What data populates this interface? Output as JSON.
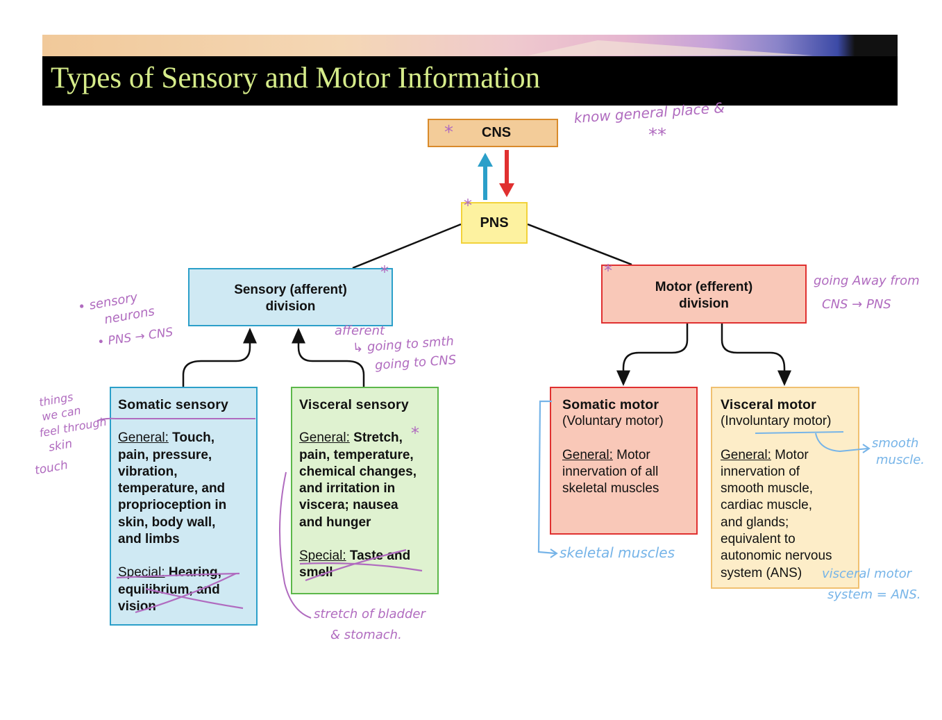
{
  "slide": {
    "title": "Types of Sensory and Motor Information"
  },
  "nodes": {
    "cns": "CNS",
    "pns": "PNS",
    "sensory_division": [
      "Sensory (afferent)",
      "division"
    ],
    "motor_division": [
      "Motor (efferent)",
      "division"
    ]
  },
  "somatic_sensory": {
    "heading": "Somatic sensory",
    "general_label": "General:",
    "general_text": [
      "Touch,",
      "pain, pressure,",
      "vibration,",
      "temperature, and",
      "proprioception in",
      "skin, body wall,",
      "and limbs"
    ],
    "special_label": "Special:",
    "special_text": [
      "Hearing,",
      "equilibrium, and",
      "vision"
    ]
  },
  "visceral_sensory": {
    "heading": "Visceral sensory",
    "general_label": "General:",
    "general_text": [
      "Stretch,",
      "pain, temperature,",
      "chemical changes,",
      "and irritation in",
      "viscera; nausea",
      "and hunger"
    ],
    "special_label": "Special:",
    "special_text": [
      "Taste and",
      "smell"
    ]
  },
  "somatic_motor": {
    "heading": "Somatic motor",
    "subheading": "(Voluntary motor)",
    "general_label": "General:",
    "general_text": [
      "Motor",
      "innervation of all",
      "skeletal muscles"
    ]
  },
  "visceral_motor": {
    "heading": "Visceral motor",
    "subheading": "(Involuntary motor)",
    "general_label": "General:",
    "general_text": [
      "Motor",
      "innervation of",
      "smooth muscle,",
      "cardiac muscle,",
      "and glands;",
      "equivalent to",
      "autonomic nervous",
      "system (ANS)"
    ]
  },
  "handwritten_notes": {
    "cns_star": "*",
    "know_general": "know general place &",
    "double_star": "**",
    "pns_star": "*",
    "sensory_star": "*",
    "motor_star": "*",
    "sensory_neurons": [
      "• sensory",
      "neurons"
    ],
    "pns_to_cns": "• PNS → CNS",
    "afferent": [
      "afferent",
      "↳ going to smth",
      "going to CNS"
    ],
    "going_away": [
      "going Away from",
      "CNS → PNS"
    ],
    "things_feel": [
      "things",
      "we can",
      "feel through",
      "skin",
      "touch"
    ],
    "stretch_star": "*",
    "stretch_bladder": [
      "stretch of bladder",
      "& stomach."
    ],
    "skeletal_muscles": "skeletal muscles",
    "smooth_muscle": [
      "smooth",
      "muscle."
    ],
    "visceral_motor_ans": [
      "visceral motor",
      "system = ANS."
    ]
  },
  "colors": {
    "title_bar": "#000000",
    "title_text": "#d6ec8a",
    "cns_fill": "#f3cc99",
    "cns_border": "#d98a2a",
    "pns_fill": "#fdf2a0",
    "pns_border": "#f2d23a",
    "sensory_fill": "#cfe9f3",
    "sensory_border": "#2b9fc9",
    "motor_fill": "#f9c8b8",
    "motor_border": "#e03030",
    "visceral_sensory_fill": "#dff2d0",
    "visceral_sensory_border": "#5cb84a",
    "visceral_motor_fill": "#fdedc8",
    "visceral_motor_border": "#f0c070",
    "ascending_arrow": "#2b9fc9",
    "descending_arrow": "#e03030",
    "ink_purple": "#b06bbf",
    "ink_blue": "#76b4e8"
  }
}
